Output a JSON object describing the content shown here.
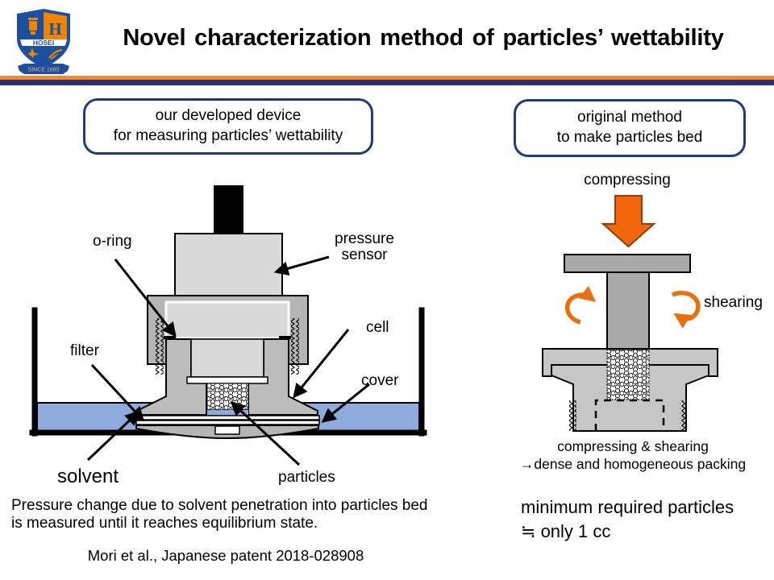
{
  "slide": {
    "title": "Novel characterization method of particles’ wettability"
  },
  "logo": {
    "name": "hosei-university-emblem",
    "monogram": "H",
    "wordmark": "HOSEI",
    "motto": "SINCE 1880"
  },
  "left_panel": {
    "box_line1": "our developed device",
    "box_line2": "for measuring particles’ wettability",
    "labels": {
      "o_ring": "o-ring",
      "pressure_sensor_line1": "pressure",
      "pressure_sensor_line2": "sensor",
      "filter": "filter",
      "cell": "cell",
      "cover": "cover",
      "solvent": "solvent",
      "particles": "particles"
    },
    "caption_line1": "Pressure change due to solvent penetration into particles bed",
    "caption_line2": "is measured until it reaches equilibrium state.",
    "reference": "Mori et al., Japanese patent 2018-028908"
  },
  "right_panel": {
    "box_line1": "original method",
    "box_line2": "to make particles bed",
    "labels": {
      "compressing": "compressing",
      "shearing": "shearing"
    },
    "result_line1": "compressing & shearing",
    "result_line2": "→dense and homogeneous packing",
    "conclusion_line1": "minimum required particles",
    "conclusion_line2": "≒ only 1 cc"
  },
  "colors": {
    "divider_orange": "#ee8a31",
    "divider_navy": "#2b2f6e",
    "box_border_navy": "#1e3c78",
    "solvent_blue": "#8faadc",
    "arrow_orange": "#f2670c",
    "arrow_orange_dark": "#8c3d0b",
    "sensor_light_gray": "#d9d9d9",
    "collar_gray": "#b5b5b5",
    "cell_gray": "#bcbcbc",
    "press_gray": "#a9a9a9",
    "bed_gray": "#c6c6c6",
    "logo_blue": "#1d4fa1",
    "logo_orange": "#f08300"
  }
}
